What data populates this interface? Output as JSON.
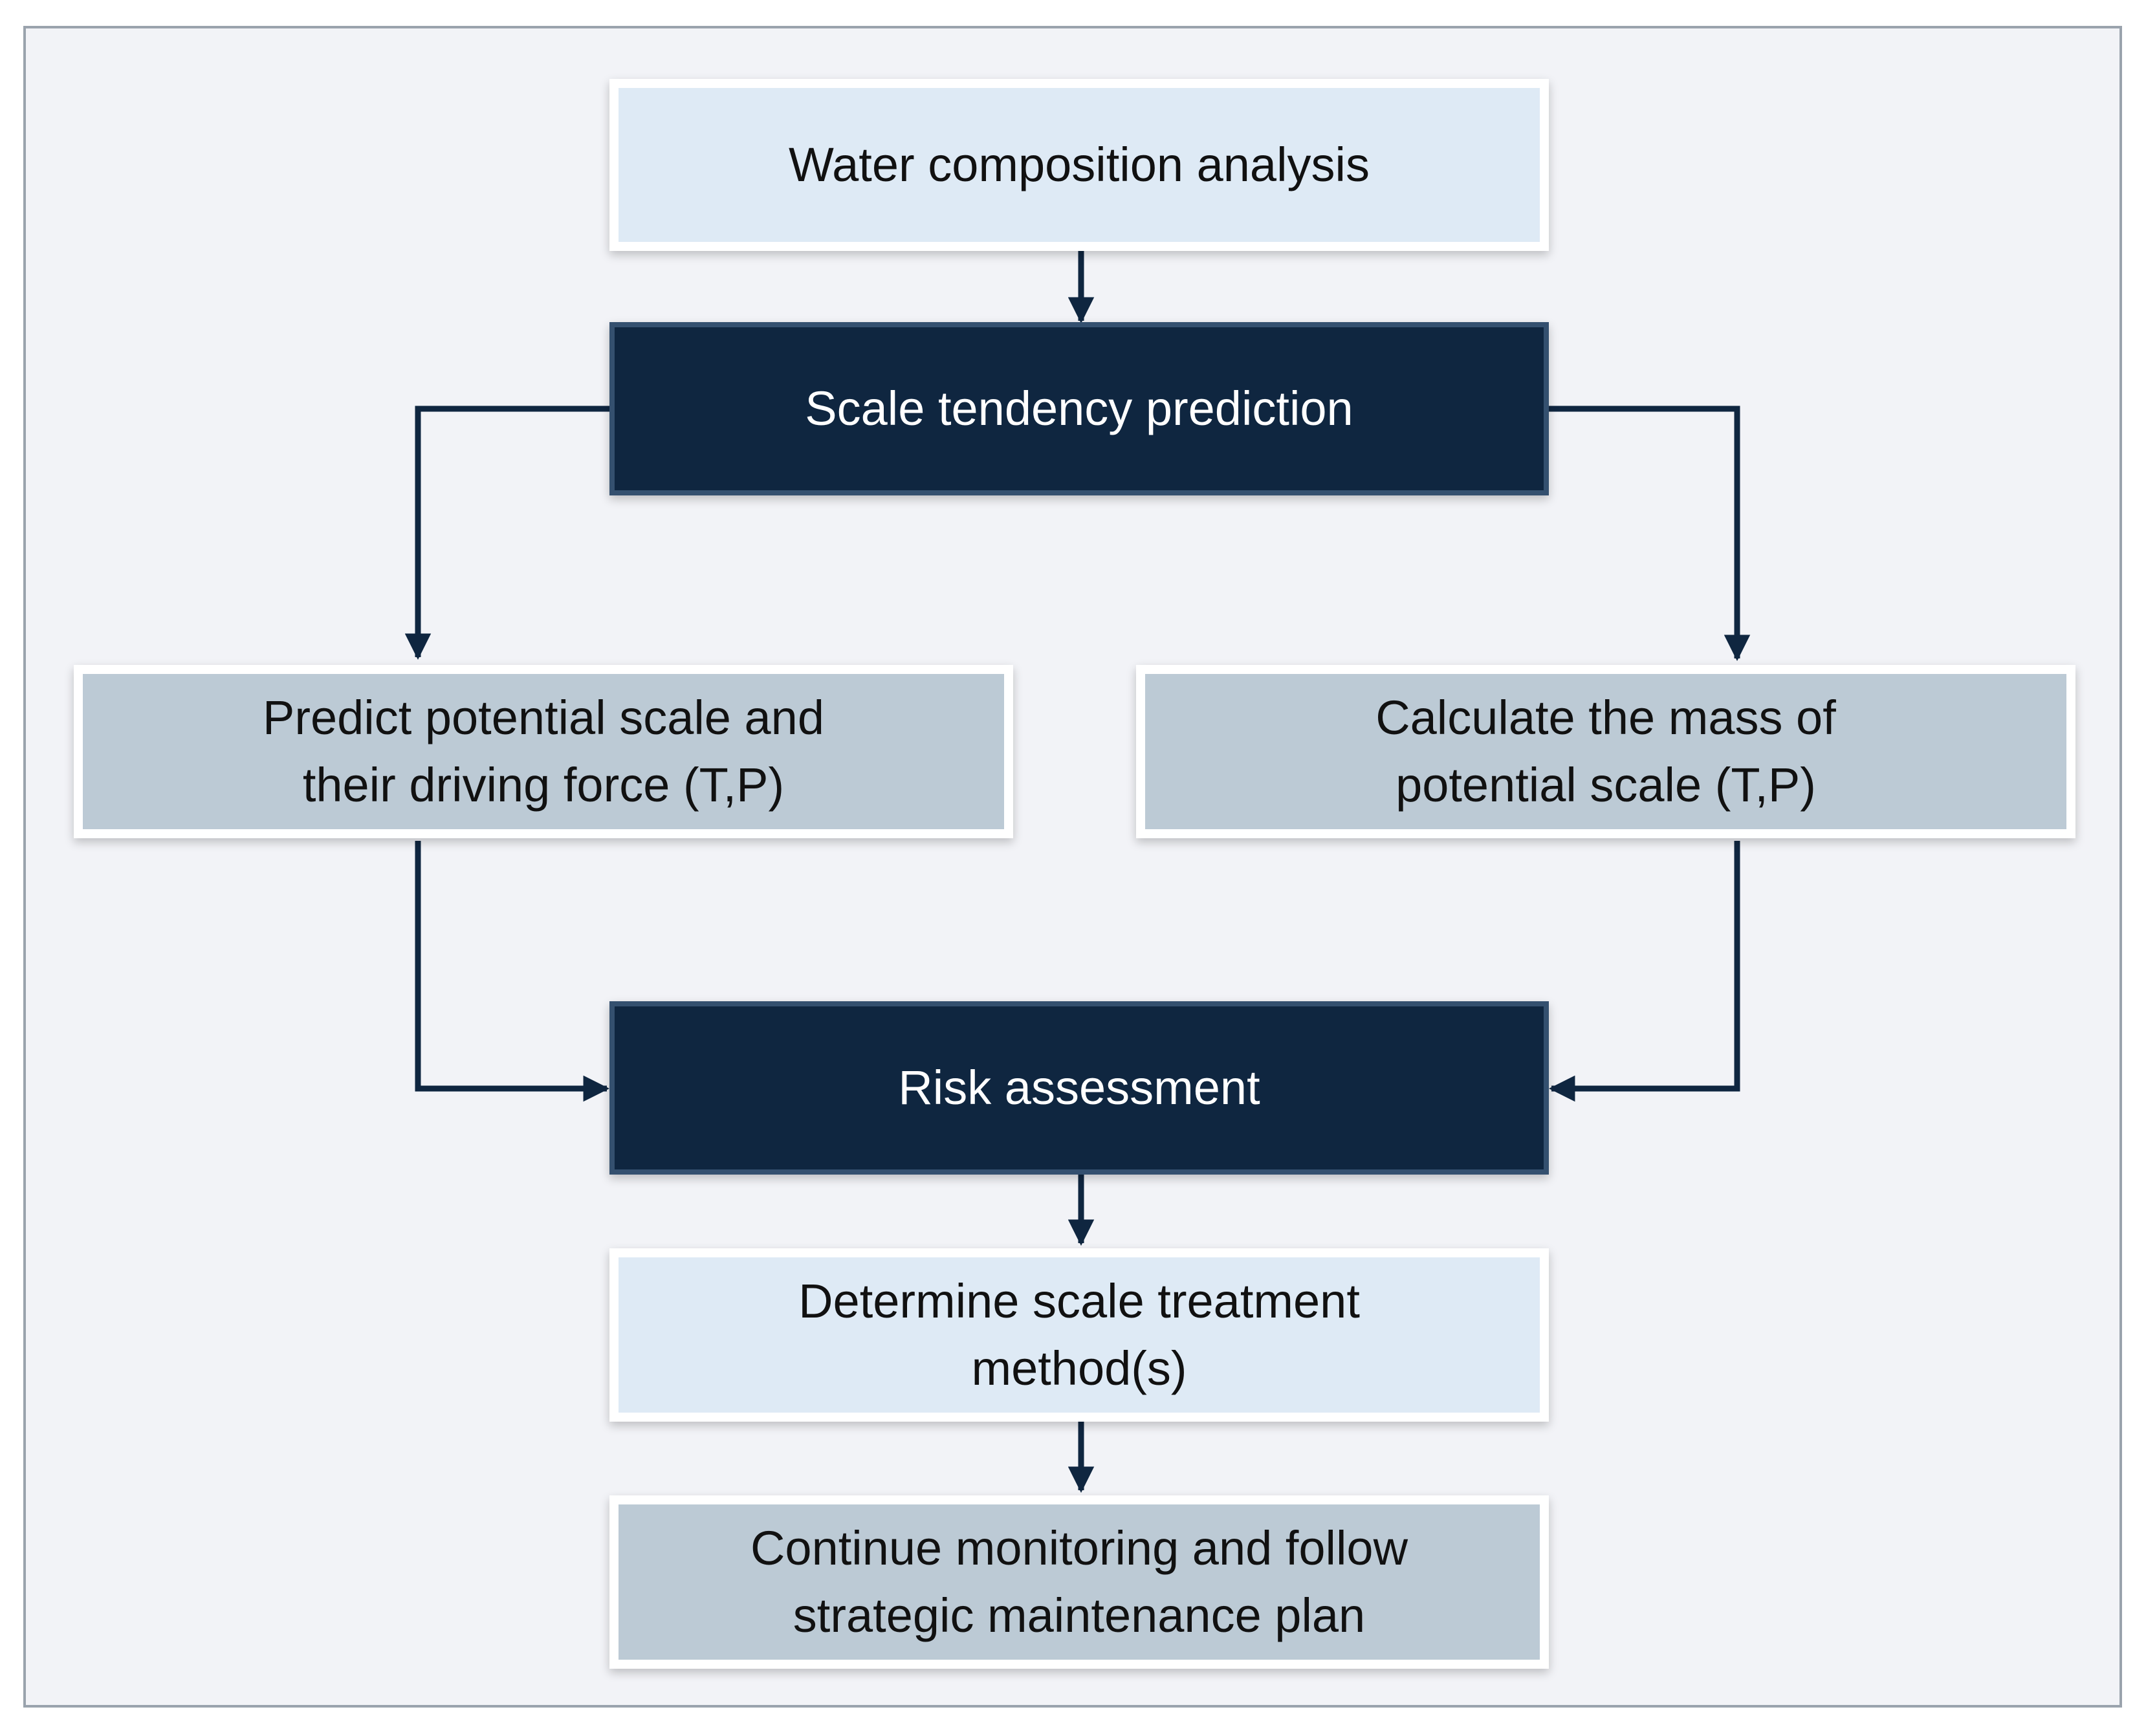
{
  "diagram": {
    "nodes": {
      "water_composition": "Water composition analysis",
      "scale_tendency": "Scale tendency prediction",
      "predict_potential": "Predict potential scale and\ntheir driving force (T,P)",
      "calculate_mass": "Calculate the mass of\npotential scale (T,P)",
      "risk_assessment": "Risk assessment",
      "determine_treatment": "Determine scale treatment\nmethod(s)",
      "continue_monitoring": "Continue monitoring and follow\nstrategic maintenance plan"
    },
    "edges": [
      [
        "water_composition",
        "scale_tendency"
      ],
      [
        "scale_tendency",
        "predict_potential"
      ],
      [
        "scale_tendency",
        "calculate_mass"
      ],
      [
        "predict_potential",
        "risk_assessment"
      ],
      [
        "calculate_mass",
        "risk_assessment"
      ],
      [
        "risk_assessment",
        "determine_treatment"
      ],
      [
        "determine_treatment",
        "continue_monitoring"
      ]
    ],
    "colors": {
      "dark_box": "#0f2640",
      "light_box": "#deeaf5",
      "grey_box": "#bccad5",
      "arrow": "#0f2640"
    }
  }
}
